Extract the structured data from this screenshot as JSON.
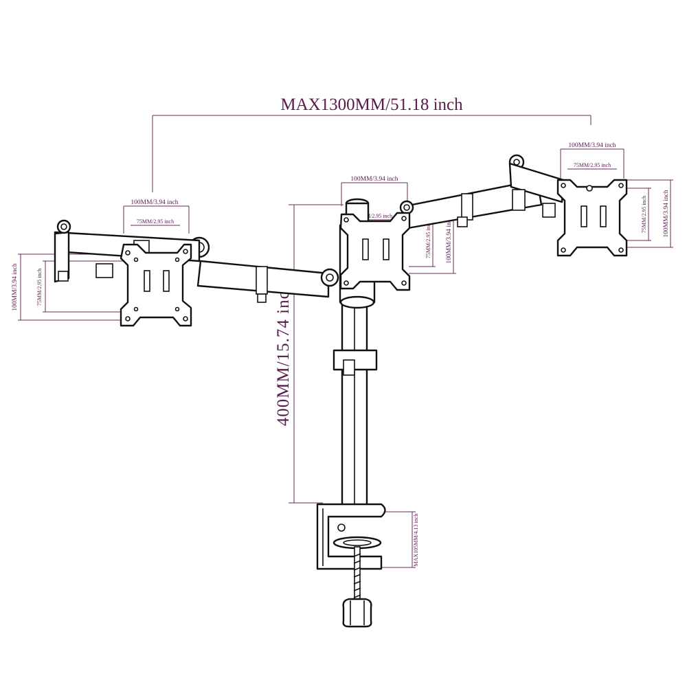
{
  "dimensions": {
    "max_width": "MAX1300MM/51.18 inch",
    "pole_height": "400MM/15.74 inch",
    "clamp_max": "MAX105MM/4.13 inch",
    "vesa_100": "100MM/3.94 inch",
    "vesa_75": "75MM/2.95 inch"
  },
  "colors": {
    "dimension": "#5a1a4a",
    "line_art": "#111111",
    "background": "#ffffff"
  }
}
